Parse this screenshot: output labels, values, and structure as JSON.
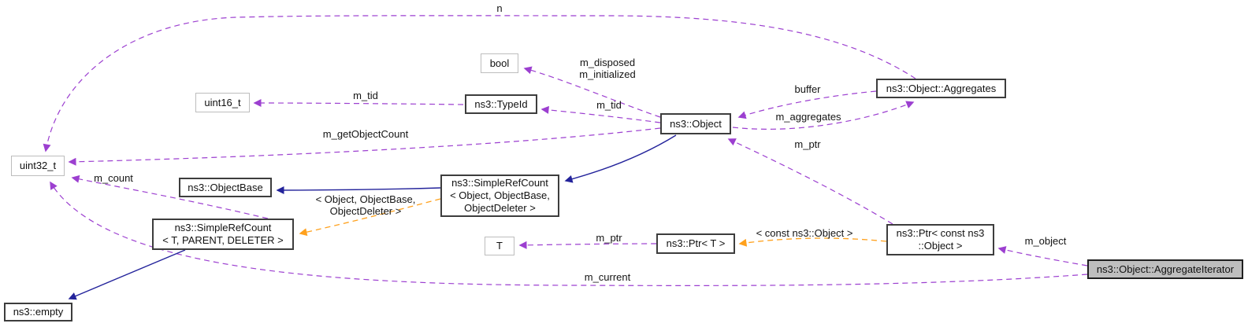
{
  "diagram": {
    "type": "collaboration-graph",
    "highlighted_node": "ns3::Object::AggregateIterator",
    "colors": {
      "member_edge": "#9c3fd0",
      "template_edge": "#ffa11d",
      "inheritance_edge": "#23239b",
      "node_border": "#3d3d3d",
      "external_node_border": "#bdbdbd",
      "highlight_fill": "#bebebe",
      "background": "#ffffff"
    }
  },
  "nodes": {
    "uint32": "uint32_t",
    "uint16": "uint16_t",
    "bool": "bool",
    "t": "T",
    "typeid": "ns3::TypeId",
    "object": "ns3::Object",
    "aggregates": "ns3::Object::Aggregates",
    "objectbase": "ns3::ObjectBase",
    "simplerefcount_object": "ns3::SimpleRefCount\n< Object, ObjectBase,\nObjectDeleter >",
    "simplerefcount_t": "ns3::SimpleRefCount\n< T, PARENT, DELETER >",
    "ptr_t": "ns3::Ptr< T >",
    "ptr_const_object": "ns3::Ptr< const ns3\n::Object >",
    "empty": "ns3::empty",
    "aggregate_iterator": "ns3::Object::AggregateIterator"
  },
  "edge_labels": {
    "n": "n",
    "m_tid_typeid": "m_tid",
    "m_tid_uint16": "m_tid",
    "m_disposed_initialized": "m_disposed\nm_initialized",
    "buffer": "buffer",
    "m_aggregates": "m_aggregates",
    "m_ptr_object": "m_ptr",
    "m_ptr_t": "m_ptr",
    "m_getObjectCount": "m_getObjectCount",
    "m_count": "m_count",
    "template_args_simplerefcount": "< Object, ObjectBase,\nObjectDeleter >",
    "template_args_ptr": "< const ns3::Object >",
    "m_object": "m_object",
    "m_current": "m_current"
  }
}
